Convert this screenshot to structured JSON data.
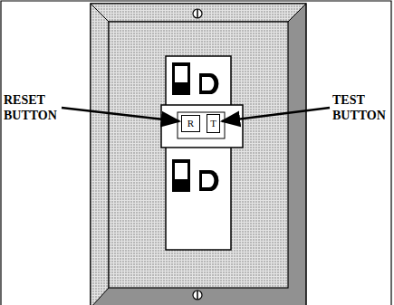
{
  "diagram": {
    "nodes": [
      {
        "text": [
          "R"
        ]
      },
      {
        "text": [
          "T"
        ]
      }
    ],
    "labels": [
      "RESET BUTTON",
      "TEST BUTTON"
    ]
  }
}
